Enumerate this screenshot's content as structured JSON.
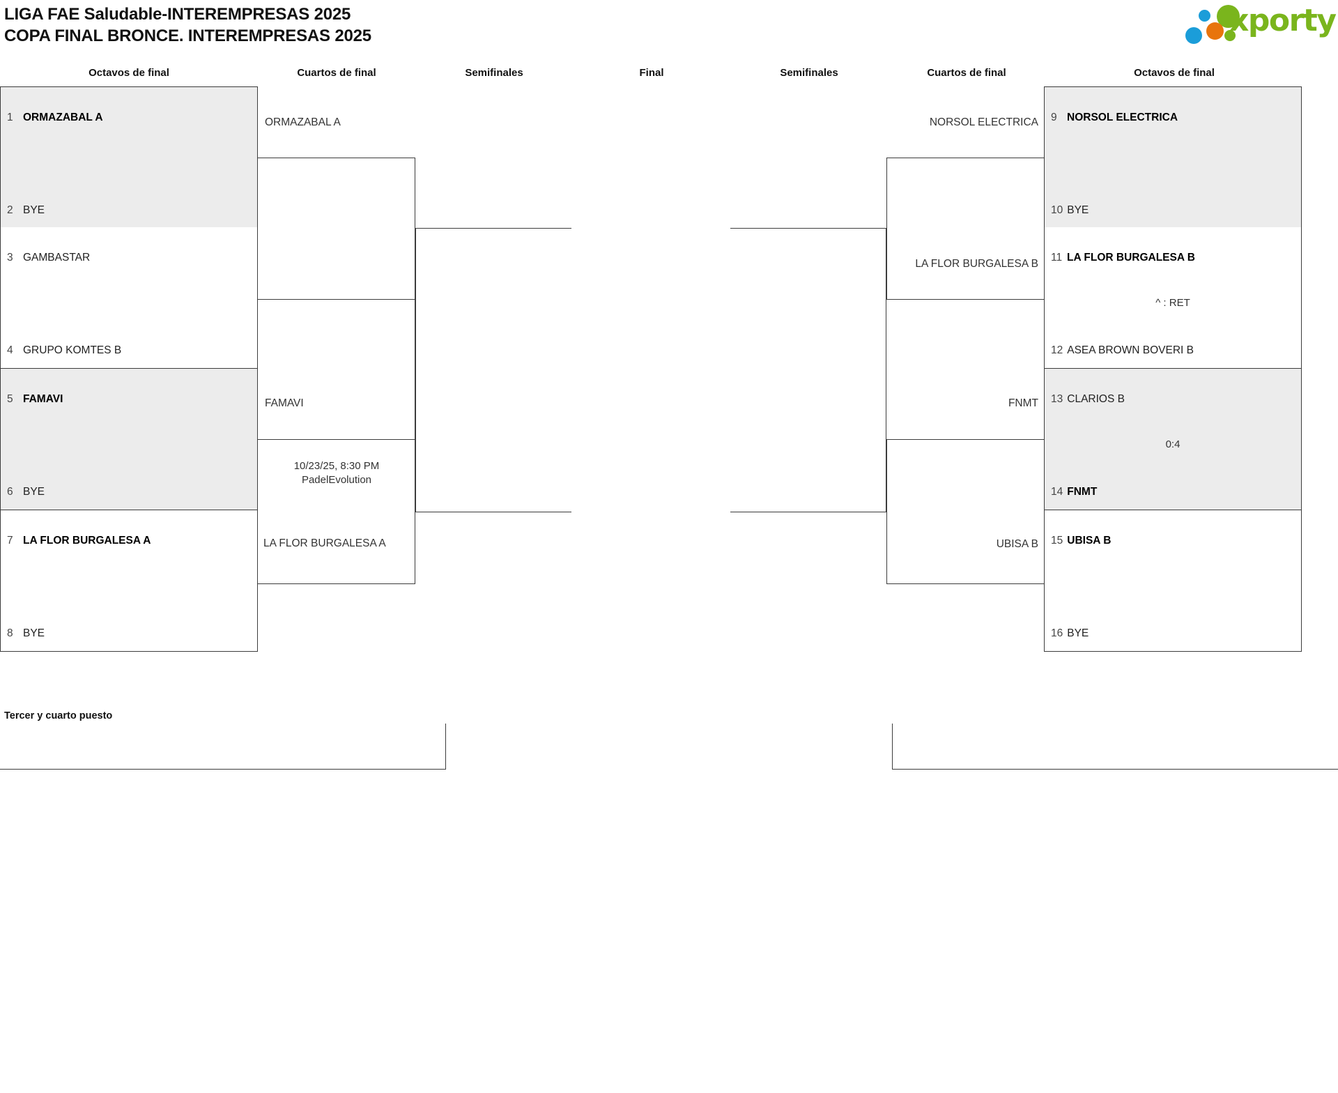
{
  "header": {
    "title_line1": "LIGA FAE Saludable-INTEREMPRESAS 2025",
    "title_line2": "COPA FINAL BRONCE. INTEREMPRESAS 2025",
    "logo_text": "xporty",
    "logo_colors": {
      "green": "#7ab51d",
      "blue": "#1b9dd9",
      "orange": "#e8740c"
    }
  },
  "rounds": {
    "left": [
      {
        "label": "Octavos de final"
      },
      {
        "label": "Cuartos de final"
      },
      {
        "label": "Semifinales"
      }
    ],
    "center": {
      "label": "Final"
    },
    "right": [
      {
        "label": "Semifinales"
      },
      {
        "label": "Cuartos de final"
      },
      {
        "label": "Octavos de final"
      }
    ]
  },
  "left_bracket": {
    "octavos": [
      {
        "seed": "1",
        "team": "ORMAZABAL A",
        "winner": true,
        "shaded": true
      },
      {
        "seed": "2",
        "team": "BYE",
        "winner": false,
        "shaded": true
      },
      {
        "seed": "3",
        "team": "GAMBASTAR",
        "winner": false,
        "shaded": false
      },
      {
        "seed": "4",
        "team": "GRUPO KOMTES B",
        "winner": false,
        "shaded": false
      },
      {
        "seed": "5",
        "team": "FAMAVI",
        "winner": true,
        "shaded": true
      },
      {
        "seed": "6",
        "team": "BYE",
        "winner": false,
        "shaded": true
      },
      {
        "seed": "7",
        "team": "LA FLOR BURGALESA A",
        "winner": true,
        "shaded": false
      },
      {
        "seed": "8",
        "team": "BYE",
        "winner": false,
        "shaded": false
      }
    ],
    "octavos_scores": [
      "",
      "",
      ""
    ],
    "cuartos": [
      {
        "team": "ORMAZABAL A"
      },
      {
        "team": ""
      },
      {
        "team": "FAMAVI"
      },
      {
        "team": "LA FLOR BURGALESA A"
      }
    ],
    "cuartos_match_info": {
      "datetime": "10/23/25, 8:30 PM",
      "venue": "PadelEvolution"
    }
  },
  "right_bracket": {
    "octavos": [
      {
        "seed": "9",
        "team": "NORSOL ELECTRICA",
        "winner": true,
        "shaded": true
      },
      {
        "seed": "10",
        "team": "BYE",
        "winner": false,
        "shaded": true
      },
      {
        "seed": "11",
        "team": "LA FLOR BURGALESA B",
        "winner": true,
        "shaded": false
      },
      {
        "seed": "12",
        "team": "ASEA BROWN BOVERI B",
        "winner": false,
        "shaded": false
      },
      {
        "seed": "13",
        "team": "CLARIOS B",
        "winner": false,
        "shaded": true
      },
      {
        "seed": "14",
        "team": "FNMT",
        "winner": true,
        "shaded": true
      },
      {
        "seed": "15",
        "team": "UBISA B",
        "winner": true,
        "shaded": false
      },
      {
        "seed": "16",
        "team": "BYE",
        "winner": false,
        "shaded": false
      }
    ],
    "scores": {
      "match_11_12": "^ : RET",
      "match_13_14": "0:4"
    },
    "cuartos": [
      {
        "team": "NORSOL ELECTRICA"
      },
      {
        "team": "LA FLOR BURGALESA B"
      },
      {
        "team": "FNMT"
      },
      {
        "team": "UBISA B"
      }
    ]
  },
  "third_place": {
    "label": "Tercer y cuarto puesto"
  }
}
